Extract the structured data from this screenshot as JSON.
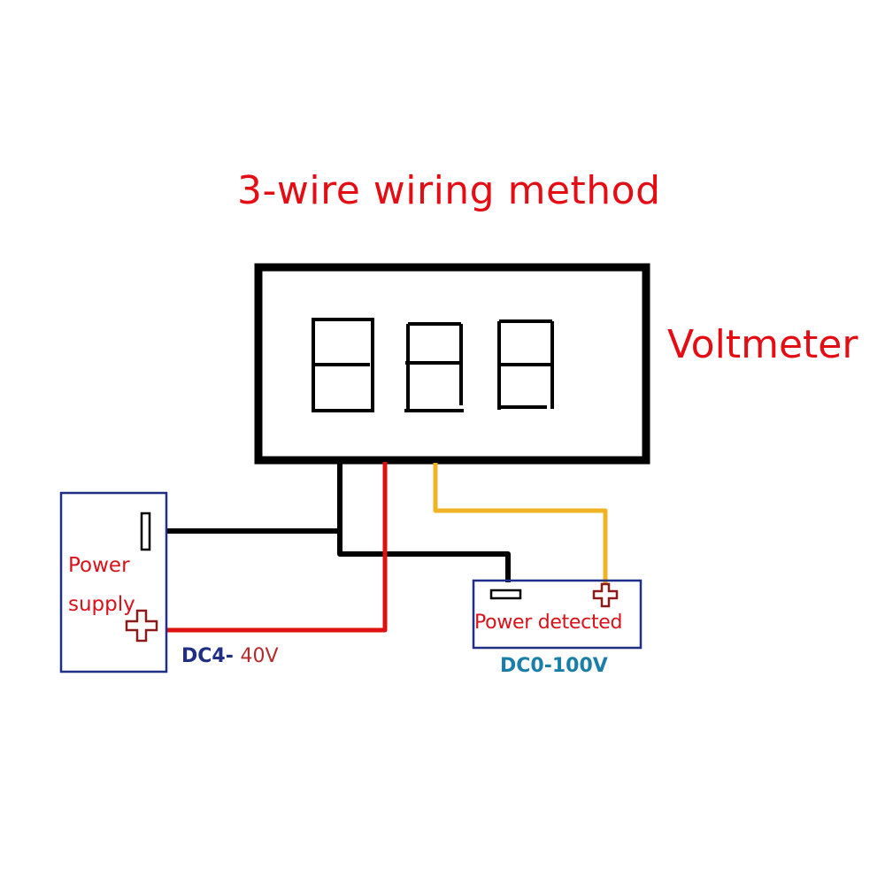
{
  "title": "3-wire wiring method",
  "device_label": "Voltmeter",
  "display": {
    "digit_count": 3
  },
  "power_supply": {
    "label_line1": "Power",
    "label_line2": "supply",
    "range_prefix": "DC4-",
    "range_value": "40V"
  },
  "power_detected": {
    "label": "Power detected",
    "range": "DC0-100V"
  },
  "wires": [
    {
      "name": "black-ground",
      "color": "#000000"
    },
    {
      "name": "red-power",
      "color": "#e01010"
    },
    {
      "name": "yellow-sense",
      "color": "#f0b323"
    }
  ],
  "colors": {
    "title": "#e50d14",
    "box_border": "#1f2f86",
    "plus_terminal": "#8b1a1a"
  }
}
